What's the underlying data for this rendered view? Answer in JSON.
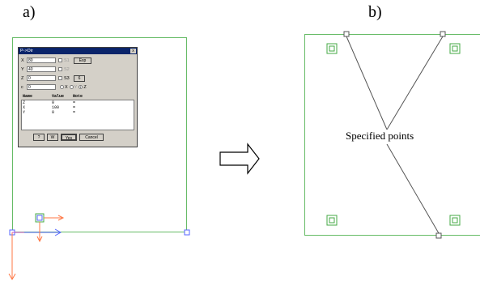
{
  "panels": {
    "a_label": "a)",
    "b_label": "b)"
  },
  "dialog": {
    "title": "P->Dir",
    "close_glyph": "x",
    "fields": [
      {
        "label": "X",
        "value": "80",
        "check_label": "S1",
        "button": "Exp"
      },
      {
        "label": "Y",
        "value": "40",
        "check_label": "S2",
        "button": ""
      },
      {
        "label": "Z",
        "value": "0",
        "check_label": "S3",
        "button": "6"
      },
      {
        "label": "c",
        "value": "0",
        "check_label": "",
        "button": ""
      }
    ],
    "radios": [
      "X",
      "Y",
      "Z"
    ],
    "radio_selected": "Z",
    "table": {
      "headers": [
        "Name",
        "Value",
        "Note"
      ],
      "rows": [
        {
          "name": "Z",
          "value": "0",
          "note": "="
        },
        {
          "name": "X",
          "value": "100",
          "note": "="
        },
        {
          "name": "Y",
          "value": "0",
          "note": "="
        }
      ]
    },
    "buttons": {
      "help": "?",
      "w": "W",
      "yes": "Yes",
      "cancel": "Cancel"
    }
  },
  "callout": {
    "text": "Specified points"
  },
  "colors": {
    "frame": "#66bb66",
    "axis_x": "#5566ff",
    "axis_y": "#ff7744",
    "axis_blue": "#5566ff",
    "marker": "#44aa44",
    "handle": "#555555"
  },
  "icons": {
    "arrow": "hollow-right-arrow-icon",
    "point_marker": "double-square-marker-icon",
    "corner_handle": "small-square-handle-icon"
  }
}
